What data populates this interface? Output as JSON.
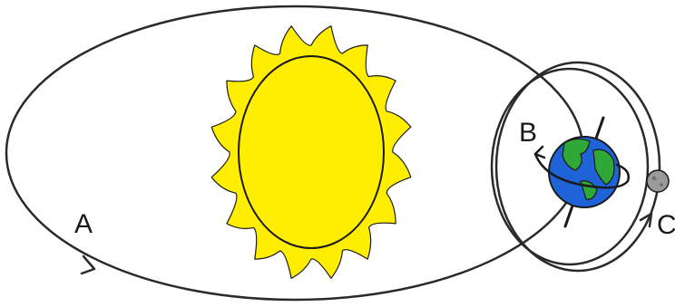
{
  "diagram": {
    "labels": {
      "a": "A",
      "b": "B",
      "c": "C"
    },
    "objects": {
      "sun": "sun-icon",
      "earth": "earth-icon",
      "moon": "moon-icon"
    },
    "colors": {
      "sun_fill": "#ffee00",
      "sun_stroke": "#1a1a1a",
      "earth_ocean": "#1f63d8",
      "earth_land": "#2fa838",
      "moon_fill": "#9a9a9a",
      "orbit_stroke": "#2a2a2a",
      "background": "#ffffff"
    }
  }
}
